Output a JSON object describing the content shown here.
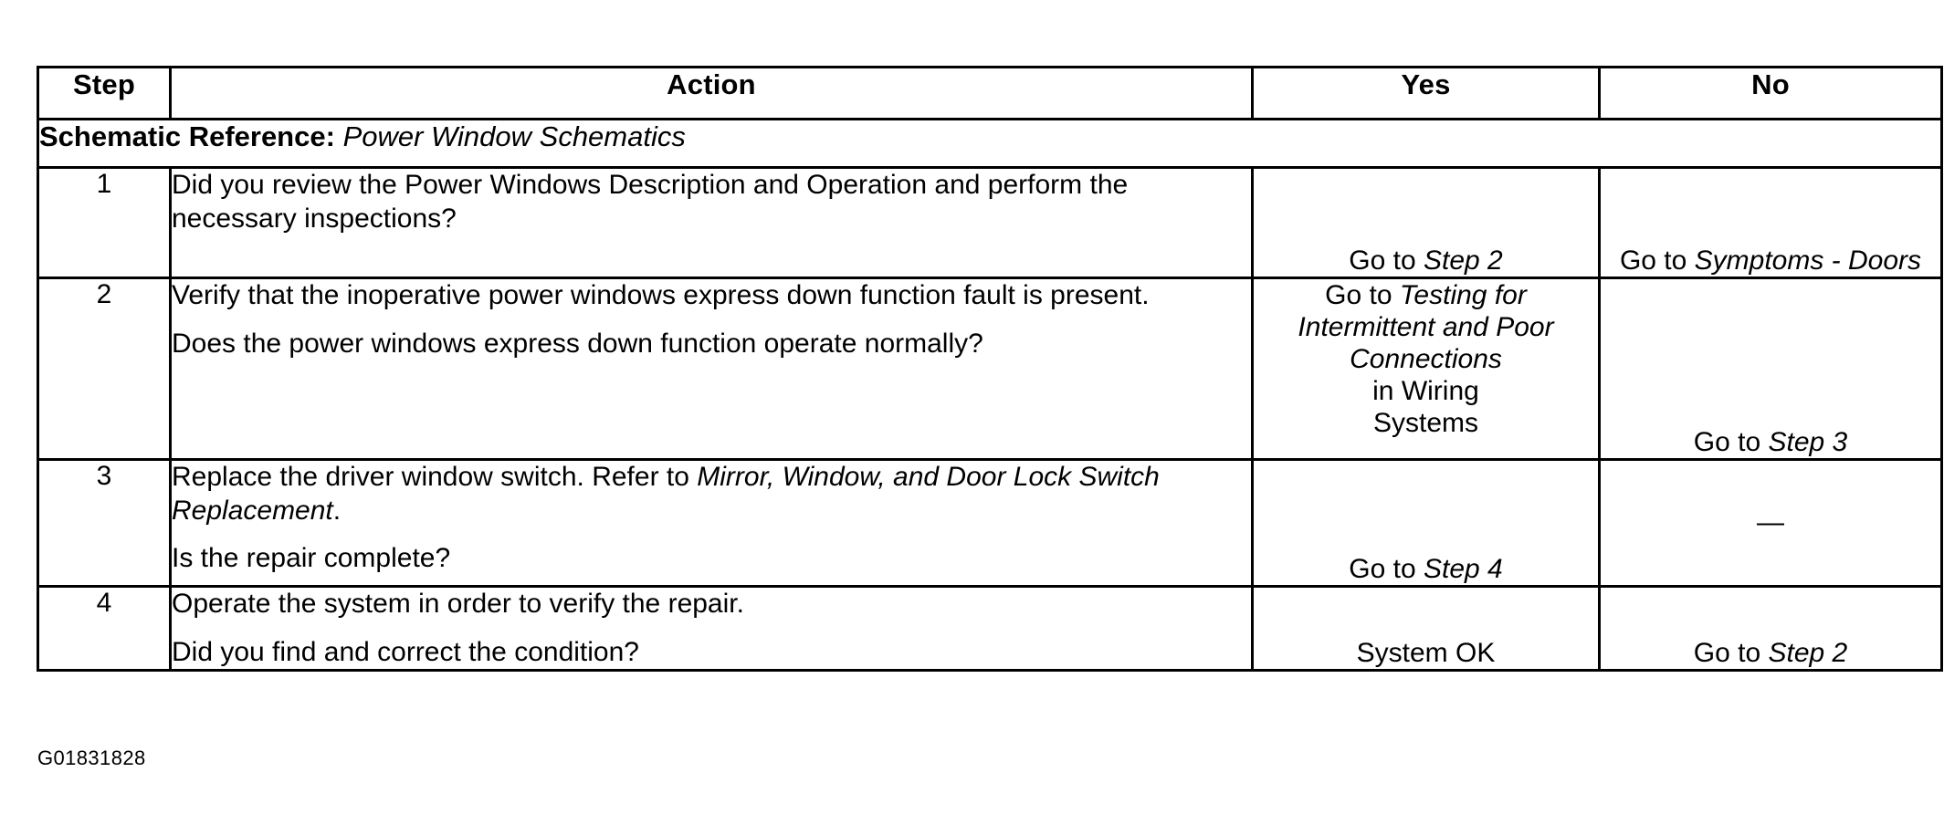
{
  "document": {
    "figure_id": "G01831828"
  },
  "table": {
    "headers": {
      "step": "Step",
      "action": "Action",
      "yes": "Yes",
      "no": "No"
    },
    "schematic_reference": {
      "label": "Schematic Reference:",
      "value": "Power Window Schematics"
    },
    "rows": [
      {
        "step": "1",
        "action": {
          "line1_a": "Did you review the Power Windows Description and Operation and",
          "line1_b": "perform the necessary inspections?"
        },
        "yes": {
          "prefix": "Go to ",
          "ref": "Step 2"
        },
        "no": {
          "prefix": "Go to ",
          "ref": "Symptoms - Doors"
        }
      },
      {
        "step": "2",
        "action": {
          "p1": "Verify that the inoperative power windows express down function fault is present.",
          "p2": "Does the power windows express down function operate normally?"
        },
        "yes": {
          "prefix": "Go to ",
          "ref_line1": "Testing for",
          "ref_line2": "Intermittent and Poor",
          "ref_line3": "Connections",
          "plain_line4": "in Wiring",
          "plain_line5": "Systems"
        },
        "no": {
          "prefix": "Go to ",
          "ref": "Step 3"
        }
      },
      {
        "step": "3",
        "action": {
          "p1_plain": "Replace the driver window switch. Refer to ",
          "p1_ref": "Mirror, Window, and Door Lock Switch Replacement",
          "p1_tail": ".",
          "p2": "Is the repair complete?"
        },
        "yes": {
          "prefix": "Go to ",
          "ref": "Step 4"
        },
        "no": {
          "dash": "—"
        }
      },
      {
        "step": "4",
        "action": {
          "p1": "Operate the system in order to verify the repair.",
          "p2": "Did you find and correct the condition?"
        },
        "yes": {
          "plain": "System OK"
        },
        "no": {
          "prefix": "Go to ",
          "ref": "Step 2"
        }
      }
    ]
  }
}
